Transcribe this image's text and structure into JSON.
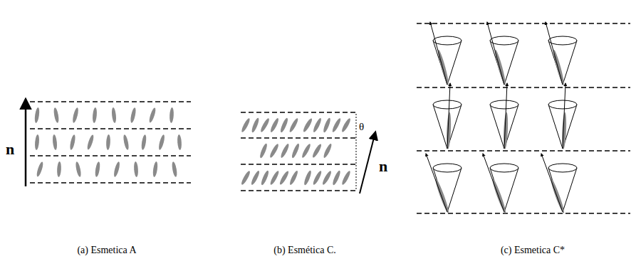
{
  "diagram": {
    "labels": [
      "n",
      "θ",
      "n",
      "(a) Esmetica A",
      "(b) Esmética C.",
      "(c) Esmetica C*"
    ]
  }
}
